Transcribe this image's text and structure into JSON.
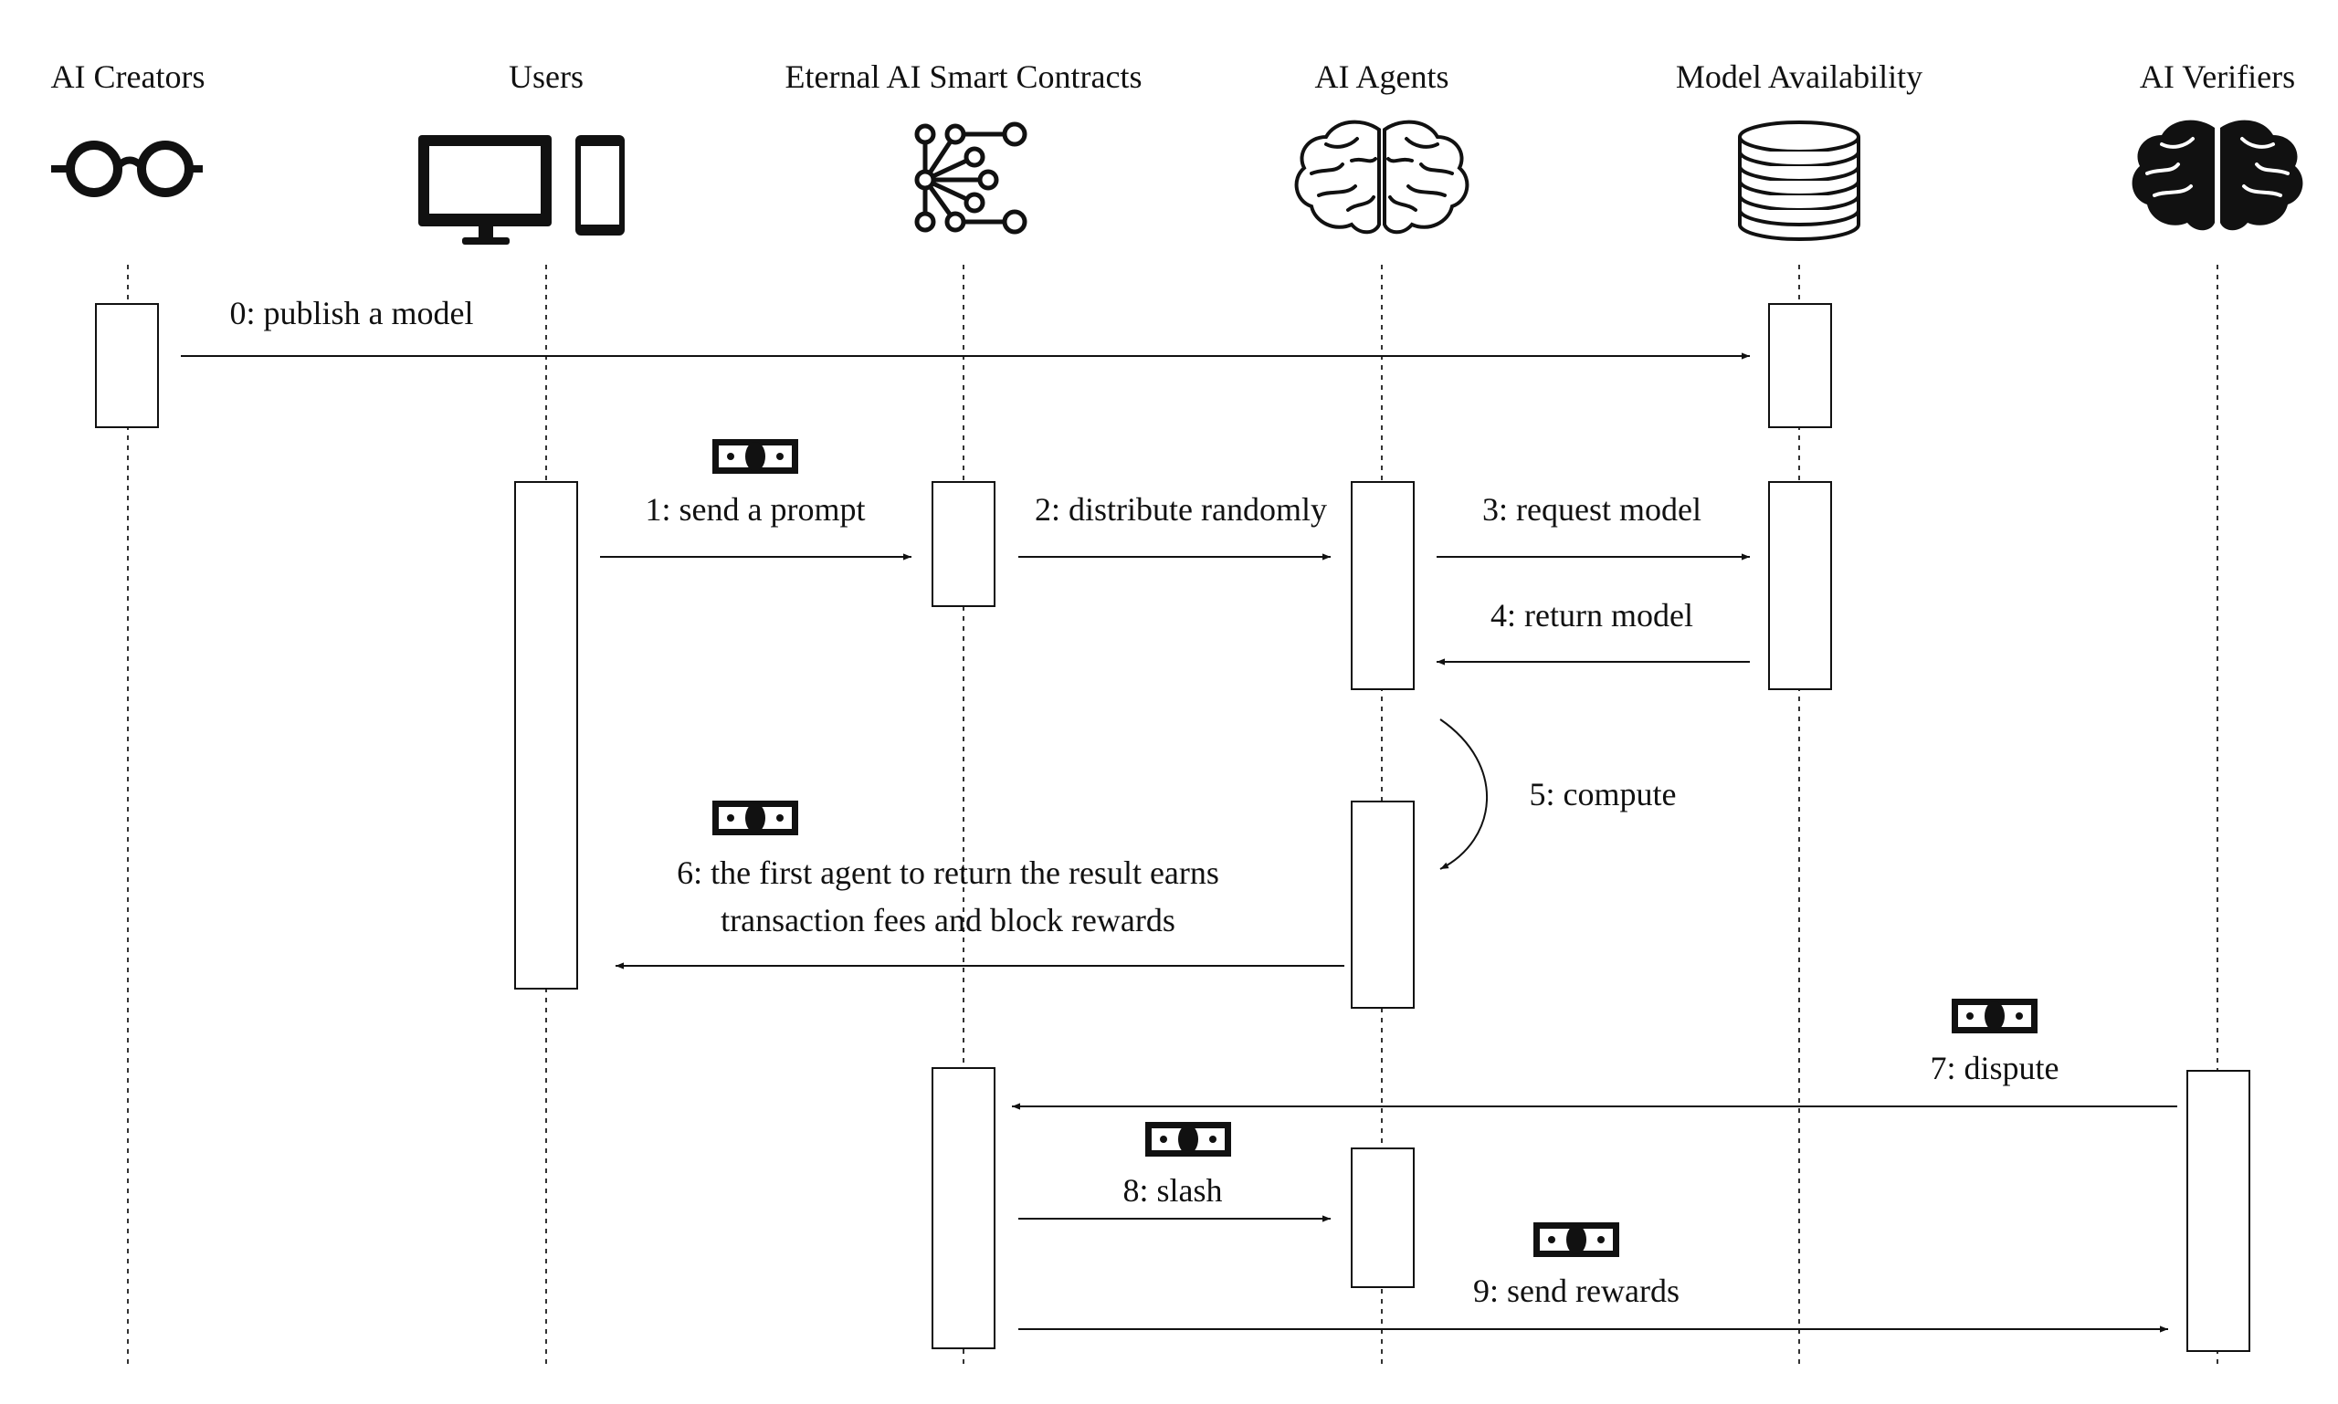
{
  "actors": {
    "creators": {
      "name": "AI Creators",
      "icon": "glasses-icon"
    },
    "users": {
      "name": "Users",
      "icon": "devices-icon"
    },
    "contracts": {
      "name": "Eternal AI Smart Contracts",
      "icon": "network-icon"
    },
    "agents": {
      "name": "AI Agents",
      "icon": "brain-outline-icon"
    },
    "models": {
      "name": "Model Availability",
      "icon": "database-icon"
    },
    "verifiers": {
      "name": "AI Verifiers",
      "icon": "brain-solid-icon"
    }
  },
  "messages": {
    "m0": "0: publish a model",
    "m1": "1: send a prompt",
    "m2": "2: distribute randomly",
    "m3": "3: request model",
    "m4": "4: return model",
    "m5": "5: compute",
    "m6_line1": "6: the first agent to return the result earns",
    "m6_line2": "transaction fees and block rewards",
    "m7": "7: dispute",
    "m8": "8: slash",
    "m9": "9: send rewards"
  },
  "money_icon": "money-bill-icon",
  "colors": {
    "ink": "#111111",
    "background": "#ffffff"
  }
}
